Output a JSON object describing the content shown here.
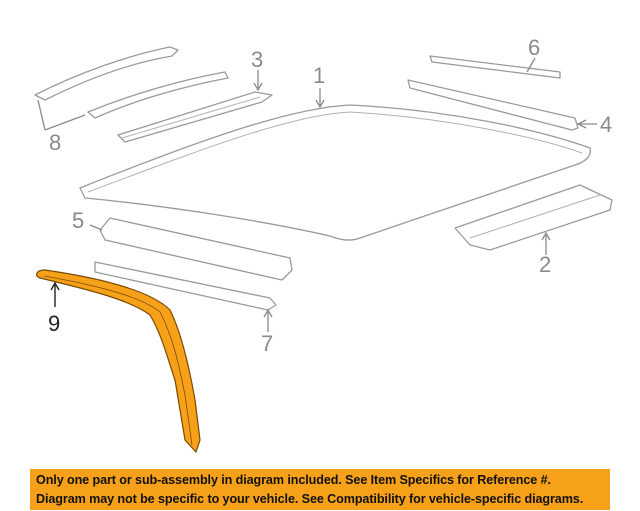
{
  "callouts": {
    "c1": "1",
    "c2": "2",
    "c3": "3",
    "c4": "4",
    "c5": "5",
    "c6": "6",
    "c7": "7",
    "c8": "8",
    "c9": "9"
  },
  "highlighted_part": "9",
  "highlight_color": "#f7a11a",
  "banner": {
    "line1": "Only one part or sub-assembly in diagram included. See Item Specifics for Reference #.",
    "line2": "Diagram may not be specific to your vehicle. See Compatibility for vehicle-specific diagrams.",
    "color": "#f7a11a"
  }
}
